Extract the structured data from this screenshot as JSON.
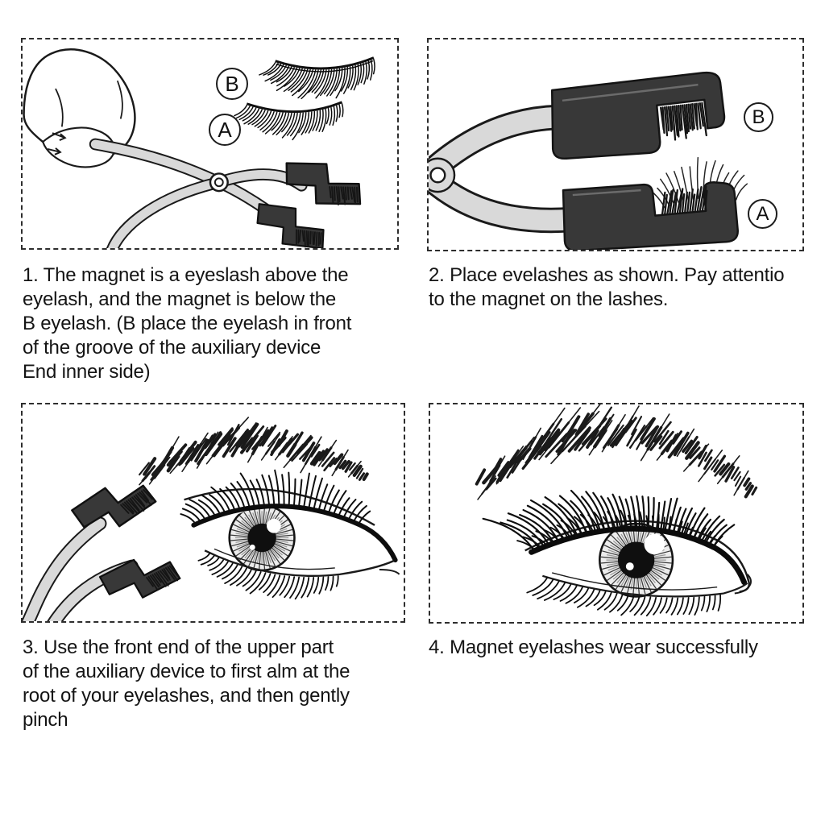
{
  "colors": {
    "background": "#ffffff",
    "ink": "#1a1a1a",
    "lash_black": "#0d0d0d",
    "metal_gray": "#d9d9d9",
    "clamp_dark": "#383838"
  },
  "panels": [
    {
      "badge_b": "B",
      "badge_a": "A",
      "caption_lines": [
        "1. The magnet is a eyeslash above the",
        "eyelash, and the magnet is below the",
        "B eyelash. (B place the eyelash in front",
        "of the groove of the auxiliary device",
        "End inner side)"
      ]
    },
    {
      "badge_b": "B",
      "badge_a": "A",
      "caption_lines": [
        "2. Place evelashes as shown. Pay attentio",
        "to the magnet on the lashes."
      ]
    },
    {
      "caption_lines": [
        "3. Use the front end of the upper part",
        "of the auxiliary device to first alm at the",
        "root of your eyelashes, and then gently",
        "pinch"
      ]
    },
    {
      "caption_lines": [
        "4. Magnet eyelashes wear successfully"
      ]
    }
  ]
}
